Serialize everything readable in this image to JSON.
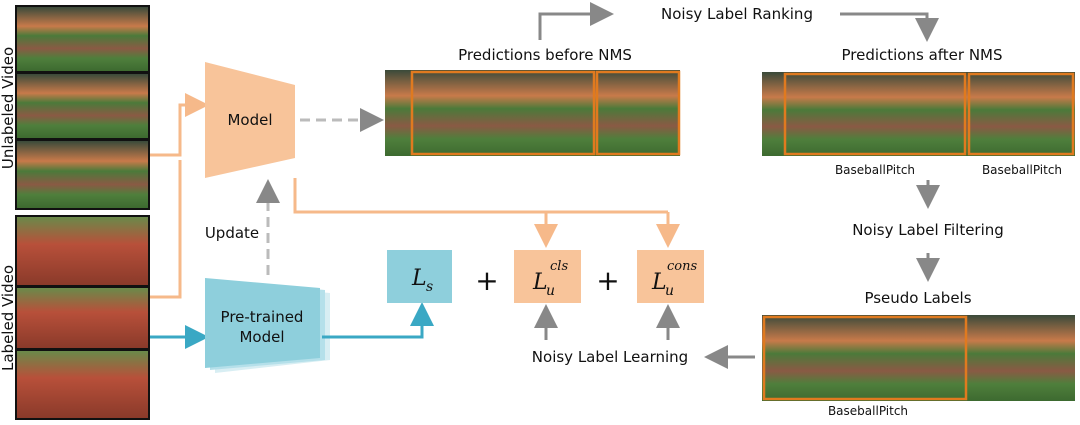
{
  "labels": {
    "unlabeled_video": "Unlabeled Video",
    "labeled_video": "Labeled Video",
    "model": "Model",
    "pretrained_model_line1": "Pre-trained",
    "pretrained_model_line2": "Model",
    "update": "Update",
    "predictions_before_nms": "Predictions before NMS",
    "predictions_after_nms": "Predictions after NMS",
    "noisy_label_ranking": "Noisy Label Ranking",
    "noisy_label_filtering": "Noisy Label Filtering",
    "pseudo_labels": "Pseudo Labels",
    "noisy_label_learning": "Noisy Label Learning",
    "class_label_1": "BaseballPitch",
    "class_label_2": "BaseballPitch",
    "class_label_3": "BaseballPitch"
  },
  "losses": {
    "ls_main": "L",
    "ls_sub": "s",
    "lcls_main": "L",
    "lcls_sub": "u",
    "lcls_sup": "cls",
    "lcons_main": "L",
    "lcons_sub": "u",
    "lcons_sup": "cons",
    "plus": "+"
  },
  "colors": {
    "orange": "#f8c49a",
    "orange_line": "#f6b98a",
    "blue": "#8ecfdc",
    "blue_line": "#3aa8c4",
    "grey": "#888888",
    "box_border": "#e07a1f"
  }
}
